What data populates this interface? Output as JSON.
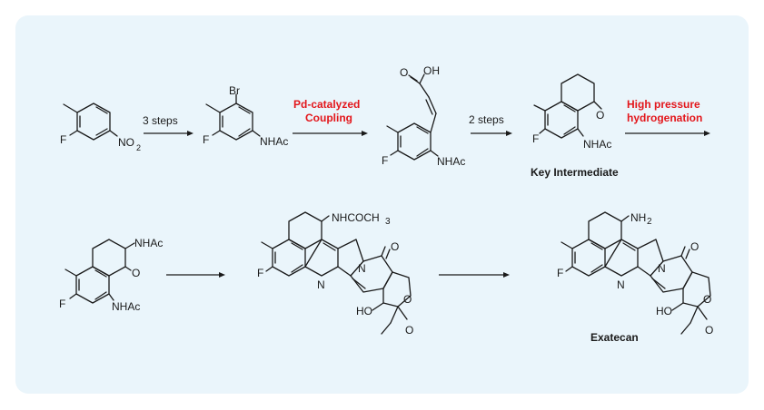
{
  "colors": {
    "panel_background": "#eaf5fb",
    "highlight_text": "#e3161b",
    "ink": "#1a1a1a"
  },
  "steps": {
    "step1": "3 steps",
    "step2_line1": "Pd-catalyzed",
    "step2_line2": "Coupling",
    "step3": "2 steps",
    "step4_line1": "High pressure",
    "step4_line2": "hydrogenation"
  },
  "compound_labels": {
    "key_intermediate": "Key  Intermediate",
    "final_product": "Exatecan"
  },
  "atoms": {
    "F": "F",
    "NO2": "NO",
    "NO2_sub": "2",
    "Br": "Br",
    "NHAc": "NHAc",
    "O": "O",
    "OH": "OH",
    "N": "N",
    "HO": "HO",
    "NHCOCH3": "NHCOCH",
    "NHCOCH3_sub": "3",
    "NH2": "NH",
    "NH2_sub": "2"
  }
}
